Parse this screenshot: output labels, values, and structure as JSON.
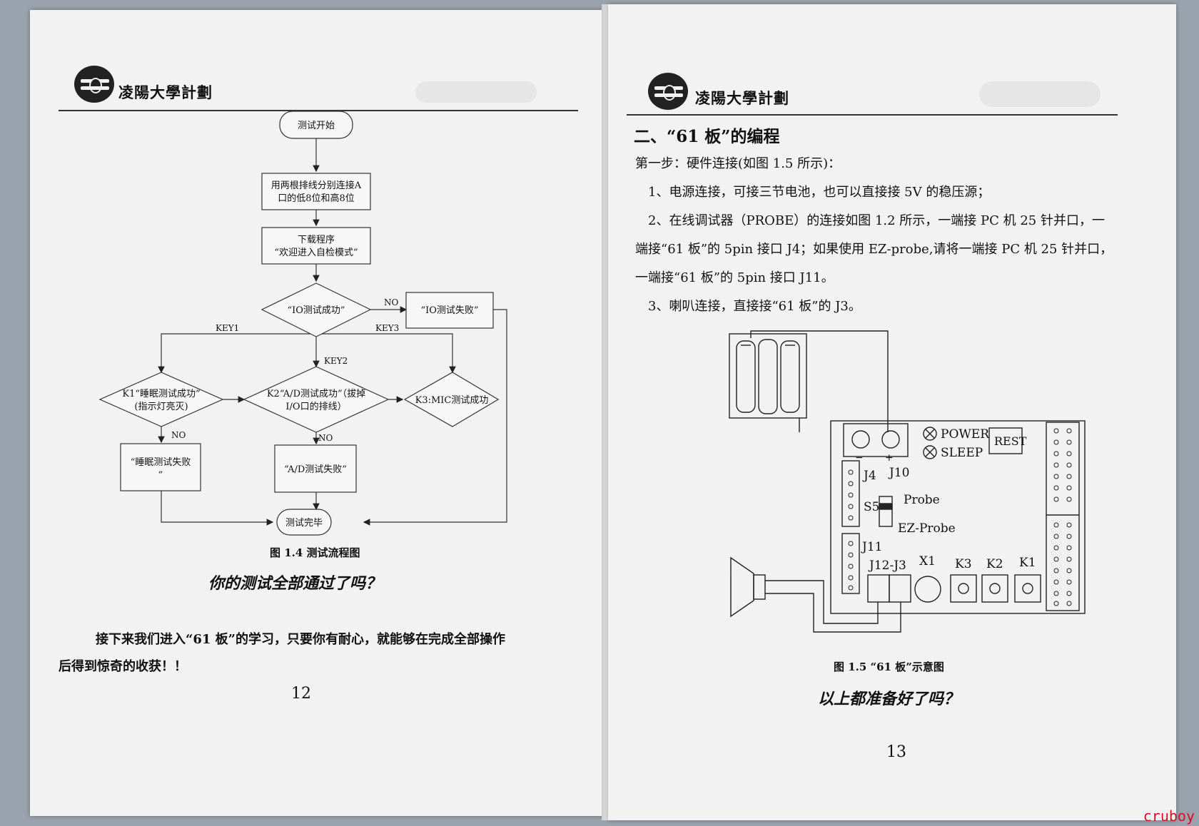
{
  "header": {
    "title": "凌陽大學計劃"
  },
  "left": {
    "flowchart": {
      "start": "测试开始",
      "step1_line1": "用两根排线分别连接A",
      "step1_line2": "口的低8位和高8位",
      "step2_line1": "下载程序",
      "step2_line2": "“欢迎进入自检模式”",
      "decision_io": "“IO测试成功”",
      "io_fail": "“IO测试失败”",
      "no": "NO",
      "key1": "KEY1",
      "key2": "KEY2",
      "key3": "KEY3",
      "k1_line1": "K1“睡眠测试成功”",
      "k1_line2": "(指示灯亮灭)",
      "k2_line1": "K2“A/D测试成功”（拔掉",
      "k2_line2": "I/O口的排线）",
      "k3": "K3:MIC测试成功",
      "sleep_fail_line1": "“睡眠测试失败",
      "sleep_fail_line2": "”",
      "ad_fail": "“A/D测试失败”",
      "end": "测试完毕"
    },
    "figure_caption": "图 1.4 测试流程图",
    "question": "你的测试全部通过了吗？",
    "paragraph_line1": "接下来我们进入“61 板”的学习，只要你有耐心，就能够在完成全部操作",
    "paragraph_line2": "后得到惊奇的收获！！",
    "page_number": "12"
  },
  "right": {
    "section_title": "二、“61 板”的编程",
    "step_intro": "第一步：硬件连接(如图 1.5 所示)：",
    "item1": "1、电源连接，可接三节电池，也可以直接接 5V 的稳压源；",
    "item2_line1": "2、在线调试器（PROBE）的连接如图 1.2 所示，一端接 PC 机 25 针并口，一",
    "item2_line2": "端接“61 板”的 5pin 接口 J4；如果使用 EZ-probe,请将一端接 PC 机 25 针并口，",
    "item2_line3": "一端接“61 板”的 5pin 接口 J11。",
    "item3": "3、喇叭连接，直接接“61 板”的 J3。",
    "board": {
      "power": "POWER",
      "sleep": "SLEEP",
      "rest": "REST",
      "minus": "−",
      "plus": "+",
      "j4": "J4",
      "j10": "J10",
      "s5": "S5",
      "probe": "Probe",
      "ez_probe": "EZ-Probe",
      "j11": "J11",
      "j12_j3": "J12-J3",
      "x1": "X1",
      "k3": "K3",
      "k2": "K2",
      "k1": "K1"
    },
    "figure_caption": "图 1.5 “61 板”示意图",
    "question": "以上都准备好了吗？",
    "page_number": "13"
  },
  "watermark": "cruboy"
}
